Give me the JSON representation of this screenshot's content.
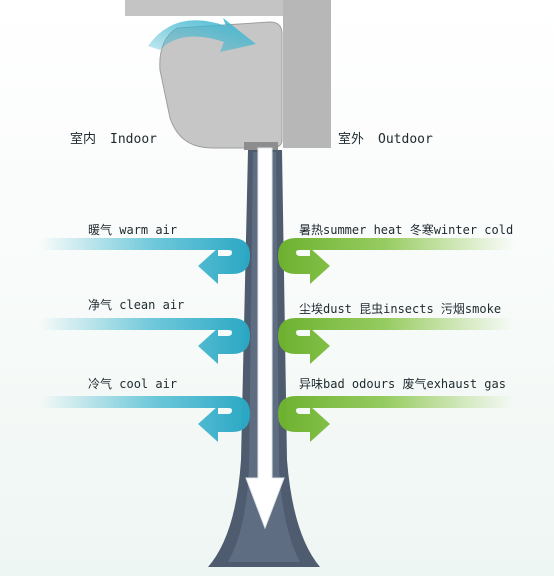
{
  "zones": {
    "indoor": {
      "cn": "室内",
      "en": "Indoor"
    },
    "outdoor": {
      "cn": "室外",
      "en": "Outdoor"
    }
  },
  "indoor_labels": [
    {
      "cn": "暖气",
      "en": "warm air"
    },
    {
      "cn": "净气",
      "en": "clean air"
    },
    {
      "cn": "冷气",
      "en": "cool air"
    }
  ],
  "outdoor_labels": [
    "暑热summer heat  冬寒winter cold",
    "尘埃dust  昆虫insects  污烟smoke",
    "异味bad odours  废气exhaust gas"
  ],
  "colors": {
    "indoor_arrow": "#3eb6cf",
    "outdoor_arrow": "#7dbf3a",
    "pipe": "#4e5b6e",
    "unit": "#c9c9c9",
    "wall": "#bdbdbd"
  }
}
